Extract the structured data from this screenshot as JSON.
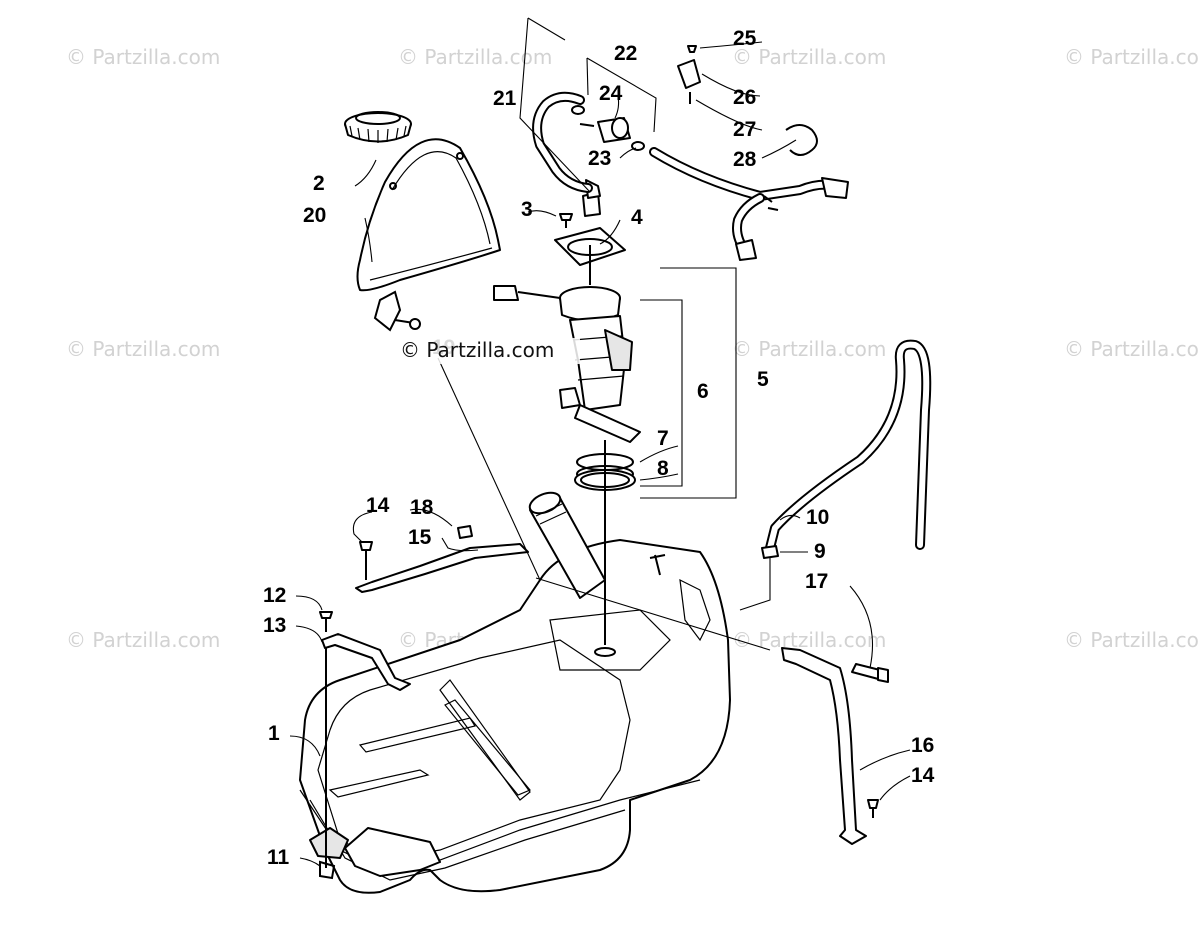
{
  "watermark": {
    "text": "© Partzilla.com",
    "featured_text": "© Partzilla.com"
  },
  "callouts": [
    {
      "id": "1",
      "label": "1"
    },
    {
      "id": "2",
      "label": "2"
    },
    {
      "id": "3",
      "label": "3"
    },
    {
      "id": "4",
      "label": "4"
    },
    {
      "id": "5",
      "label": "5"
    },
    {
      "id": "6",
      "label": "6"
    },
    {
      "id": "7",
      "label": "7"
    },
    {
      "id": "8",
      "label": "8"
    },
    {
      "id": "9",
      "label": "9"
    },
    {
      "id": "10",
      "label": "10"
    },
    {
      "id": "11",
      "label": "11"
    },
    {
      "id": "12",
      "label": "12"
    },
    {
      "id": "13",
      "label": "13"
    },
    {
      "id": "14a",
      "label": "14"
    },
    {
      "id": "14b",
      "label": "14"
    },
    {
      "id": "15",
      "label": "15"
    },
    {
      "id": "16",
      "label": "16"
    },
    {
      "id": "17",
      "label": "17"
    },
    {
      "id": "18",
      "label": "18"
    },
    {
      "id": "19",
      "label": "19"
    },
    {
      "id": "20",
      "label": "20"
    },
    {
      "id": "21",
      "label": "21"
    },
    {
      "id": "22",
      "label": "22"
    },
    {
      "id": "23",
      "label": "23"
    },
    {
      "id": "24",
      "label": "24"
    },
    {
      "id": "25",
      "label": "25"
    },
    {
      "id": "26",
      "label": "26"
    },
    {
      "id": "27",
      "label": "27"
    },
    {
      "id": "28",
      "label": "28"
    }
  ]
}
